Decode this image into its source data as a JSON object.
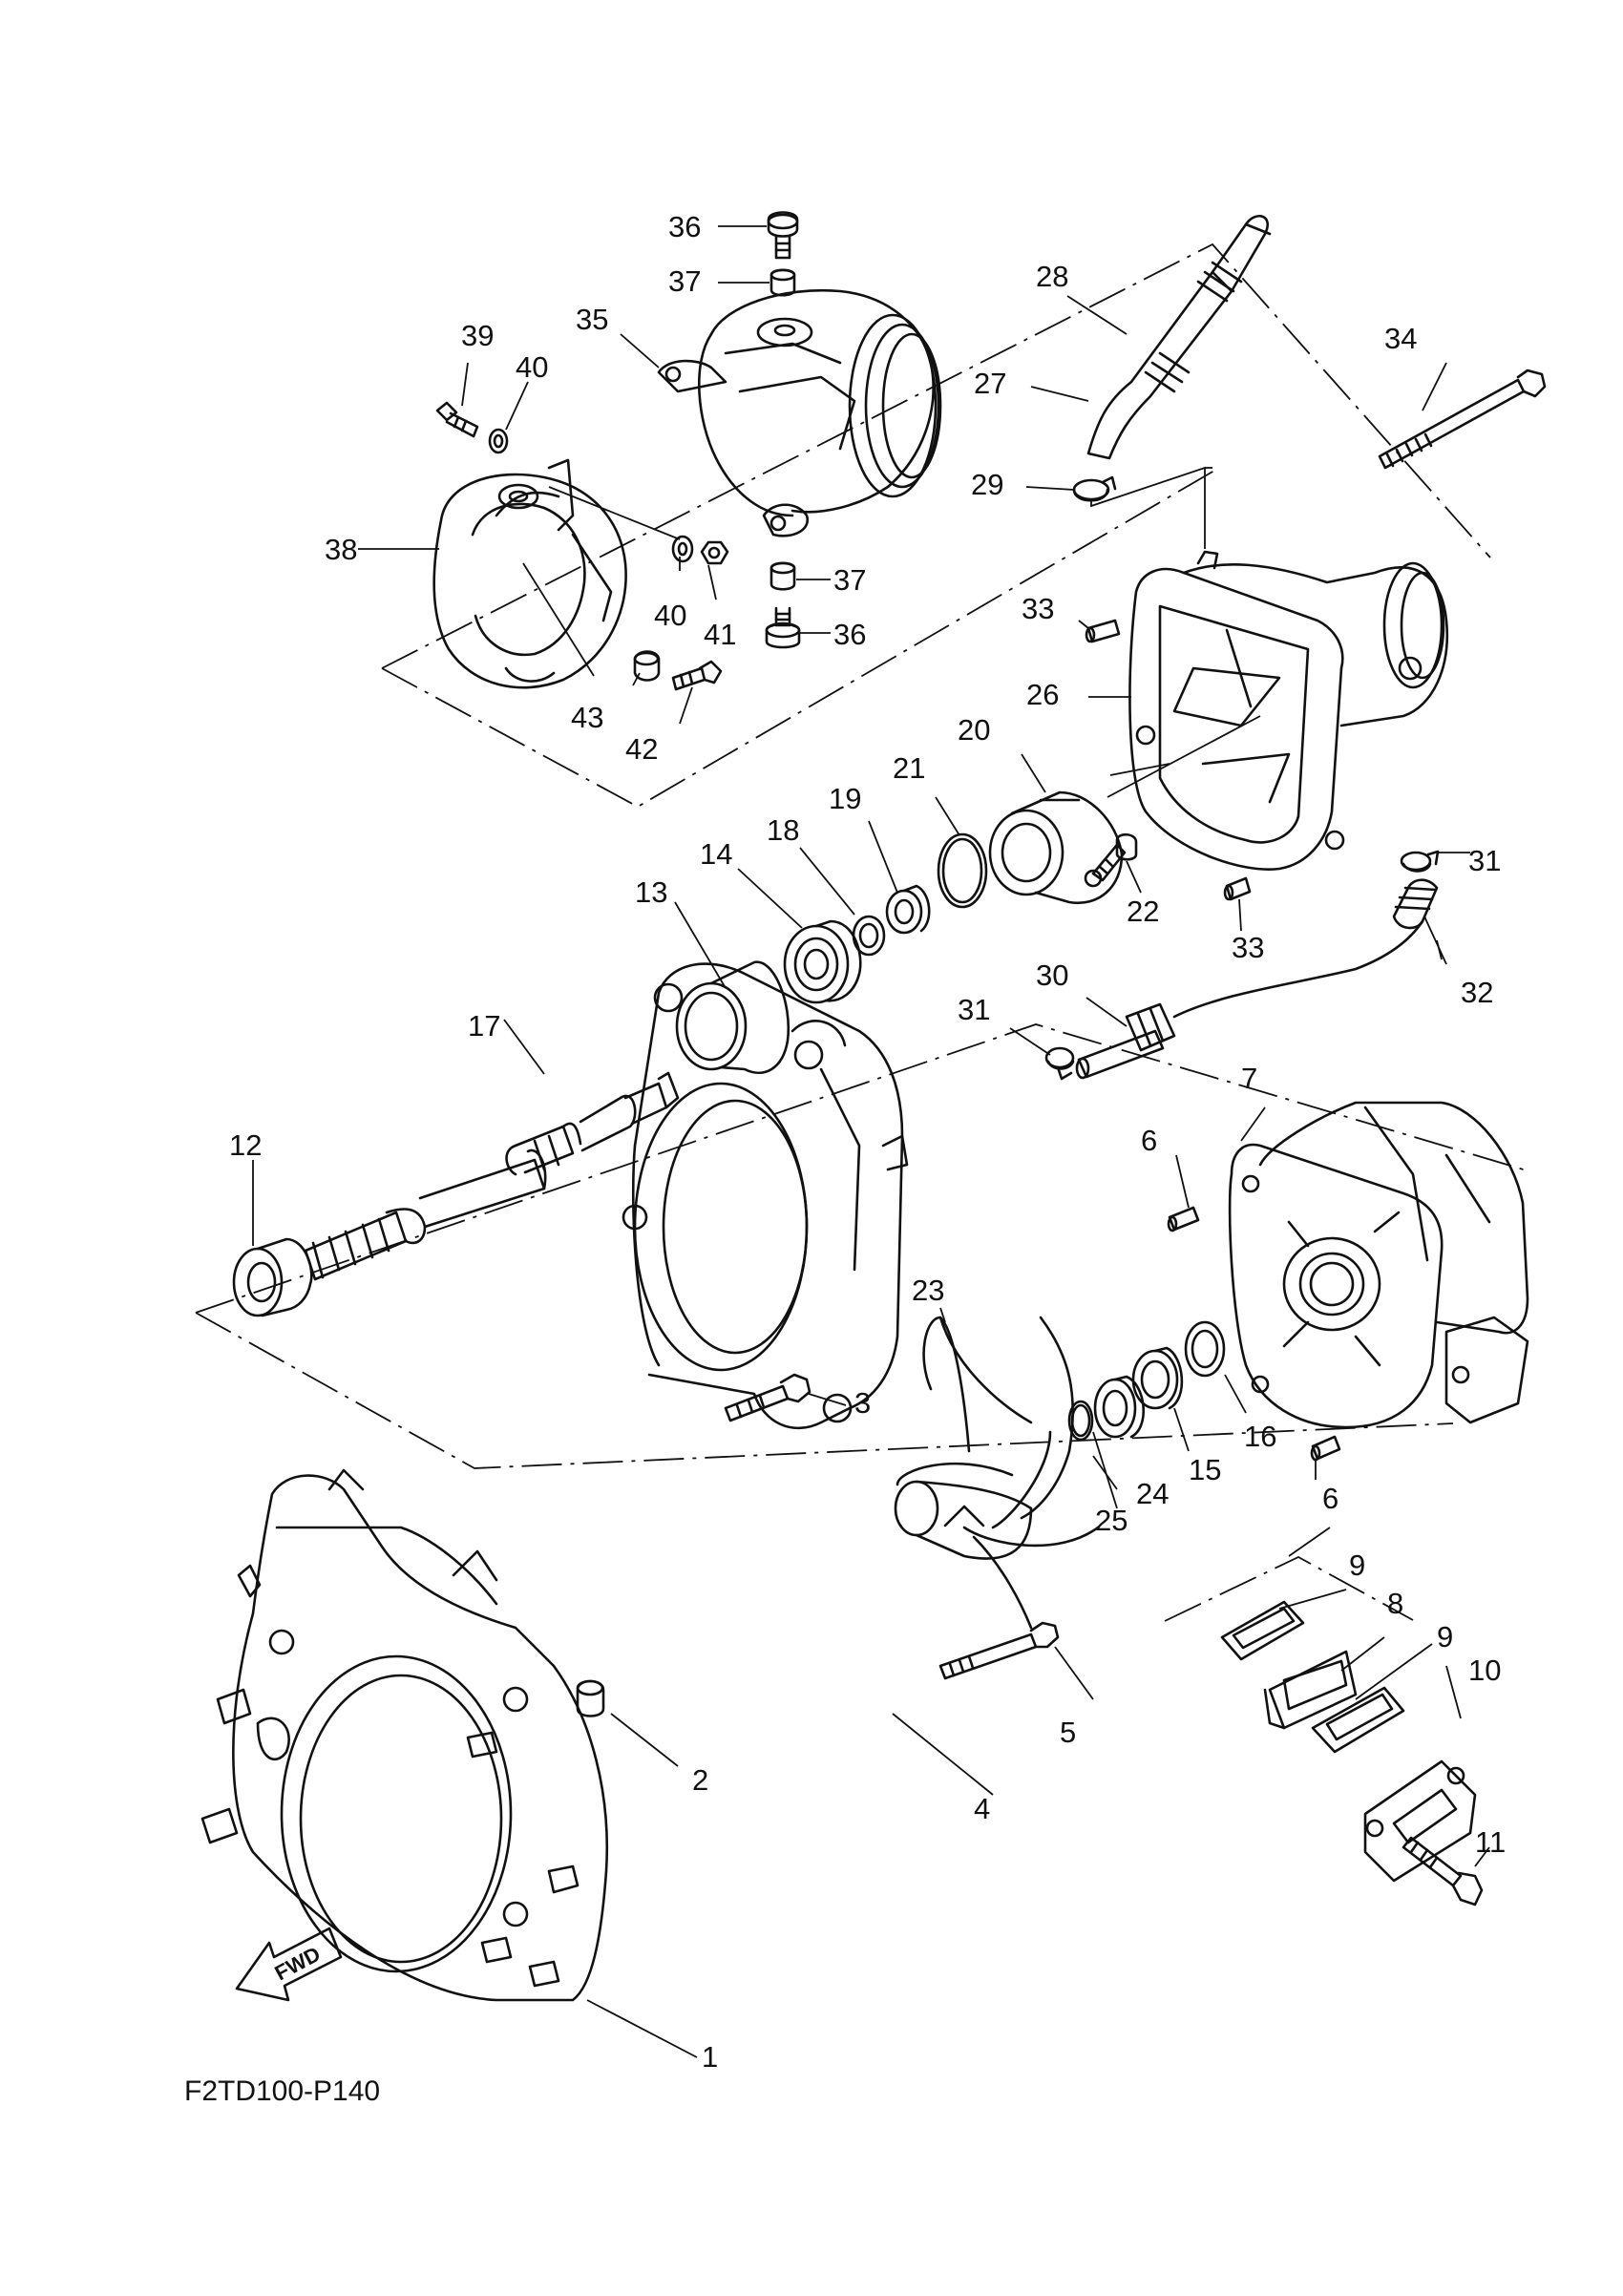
{
  "diagram_code": "F2TD100-P140",
  "direction_label": "FWD",
  "parts": [
    "1",
    "2",
    "3",
    "4",
    "5",
    "6",
    "6",
    "7",
    "8",
    "9",
    "9",
    "10",
    "11",
    "12",
    "13",
    "14",
    "15",
    "16",
    "17",
    "18",
    "19",
    "20",
    "21",
    "22",
    "23",
    "24",
    "25",
    "26",
    "27",
    "28",
    "29",
    "30",
    "31",
    "31",
    "32",
    "33",
    "33",
    "34",
    "35",
    "36",
    "36",
    "37",
    "37",
    "38",
    "39",
    "40",
    "40",
    "41",
    "42",
    "43"
  ]
}
